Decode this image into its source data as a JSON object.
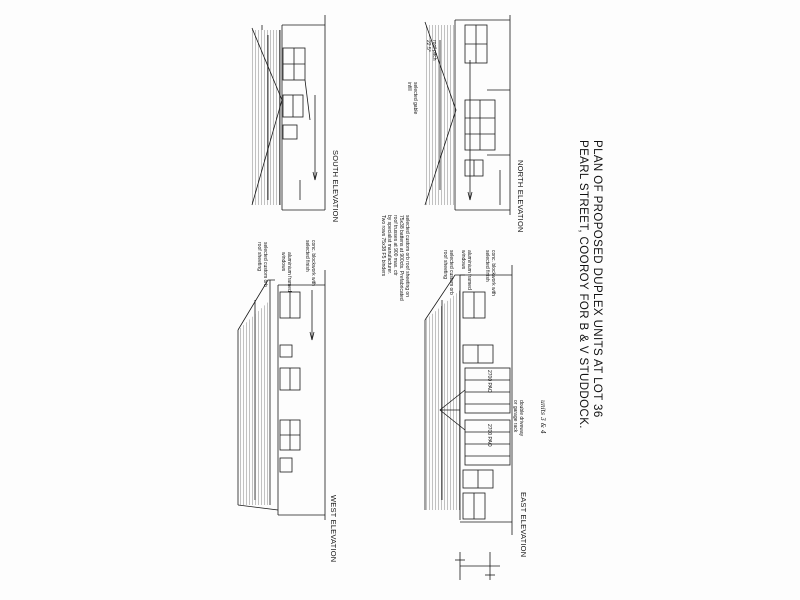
{
  "title": {
    "line1": "PLAN OF PROPOSED DUPLEX UNITS AT LOT 36",
    "line2": "PEARL STREET, COOROY FOR B & V STUDDOCK."
  },
  "elevations": {
    "west": "WEST ELEVATION",
    "east": "EAST ELEVATION",
    "south": "SOUTH ELEVATION",
    "north": "NORTH ELEVATION"
  },
  "annotations": {
    "roof_sheeting": "selected custom orb\nroof sheeting",
    "windows": "aluminium framed\nwindows",
    "brickwork": "conc. blockwork with\nselected finish",
    "gable": "selected gable\ninfill",
    "roof_pitch": "roof pitch\n22.5°",
    "roof_note": "selected custom orb roof sheeting on\n75x38 battens at 900cts. Prefabricated\nroof trusses at 900 max. ctr\nby specialist manufacturer.\nTwo rows 75x38 F5 binders",
    "units_note": "units 3 & 4",
    "garage_door_1": "2700 PAO",
    "garage_door_2": "2700 PAO",
    "driveway_note": "double driveway\nor garage rack"
  },
  "colors": {
    "ink": "#1a1a1a",
    "paper": "#fdfdfd"
  }
}
